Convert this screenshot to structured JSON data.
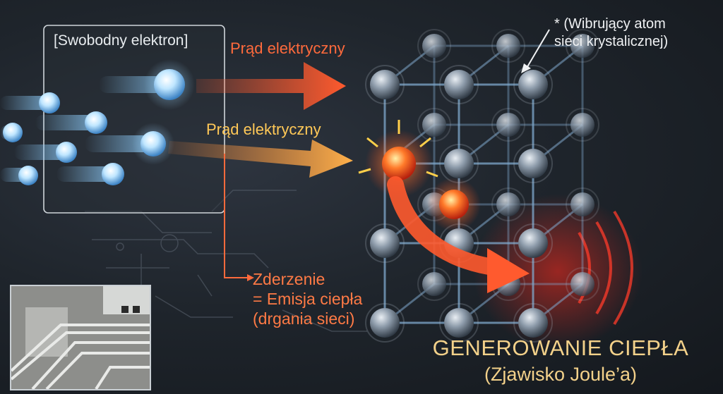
{
  "labels": {
    "free_electron": "[Swobodny elektron]",
    "current_top": "Prąd elektryczny",
    "current_mid": "Prąd elektryczny",
    "collision": [
      "Zderzenie",
      "= Emisja ciepła",
      "(drgania sieci)"
    ],
    "atom_note": [
      "* (Wibrujący atom",
      "sieci krystalicznej)"
    ],
    "title": "GENEROWANIE CIEPŁA",
    "subtitle": "(Zjawisko Joule’a)"
  },
  "colors": {
    "current_arrow": "#ff5a2e",
    "heat_glow": "#ff3b2a",
    "electron": "#bfe6ff",
    "lattice_bond": "#7fa8cc",
    "title": "#f3d18a"
  }
}
